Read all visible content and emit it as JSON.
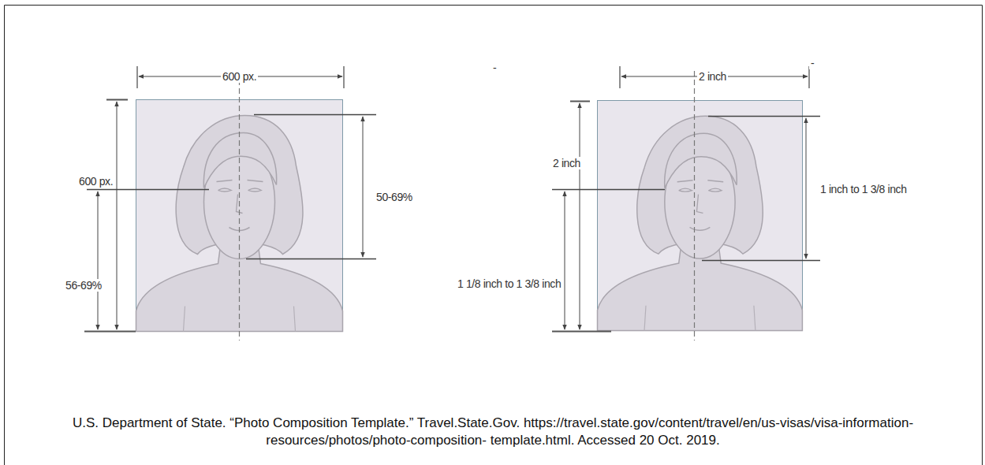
{
  "diagram": {
    "caption": "U.S. Department of State. “Photo Composition Template.” Travel.State.Gov. https://travel.state.gov/content/travel/en/us-visas/visa-information-resources/photos/photo-composition- template.html. Accessed 20 Oct. 2019.",
    "labels": [
      "600 px.",
      "-",
      "2 inch",
      "-",
      "600 px.",
      "2 inch",
      "50-69%",
      "1 inch to 1 3/8 inch",
      "1 1/8 inch to 1 3/8 inch",
      "56-69%"
    ]
  }
}
